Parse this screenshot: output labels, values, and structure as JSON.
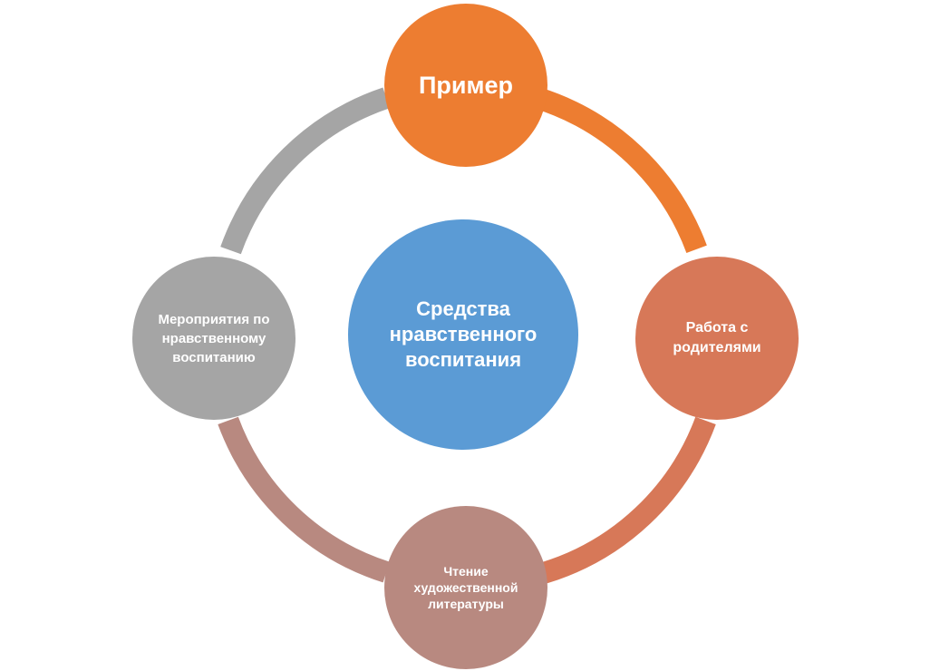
{
  "diagram": {
    "center": {
      "label": "Средства нравственного воспитания",
      "color": "#5b9bd5"
    },
    "nodes": {
      "top": {
        "label": "Пример",
        "color": "#ed7d31"
      },
      "right": {
        "label": "Работа с родителями",
        "color": "#d77858"
      },
      "bottom": {
        "label": "Чтение художественной литературы",
        "color": "#b88980"
      },
      "left": {
        "label": "Мероприятия по нравственному воспитанию",
        "color": "#a5a5a5"
      }
    },
    "arcs": {
      "top_right": {
        "color": "#ed7d31"
      },
      "right_bottom": {
        "color": "#d77858"
      },
      "bottom_left": {
        "color": "#b88980"
      },
      "left_top": {
        "color": "#a5a5a5"
      }
    }
  }
}
